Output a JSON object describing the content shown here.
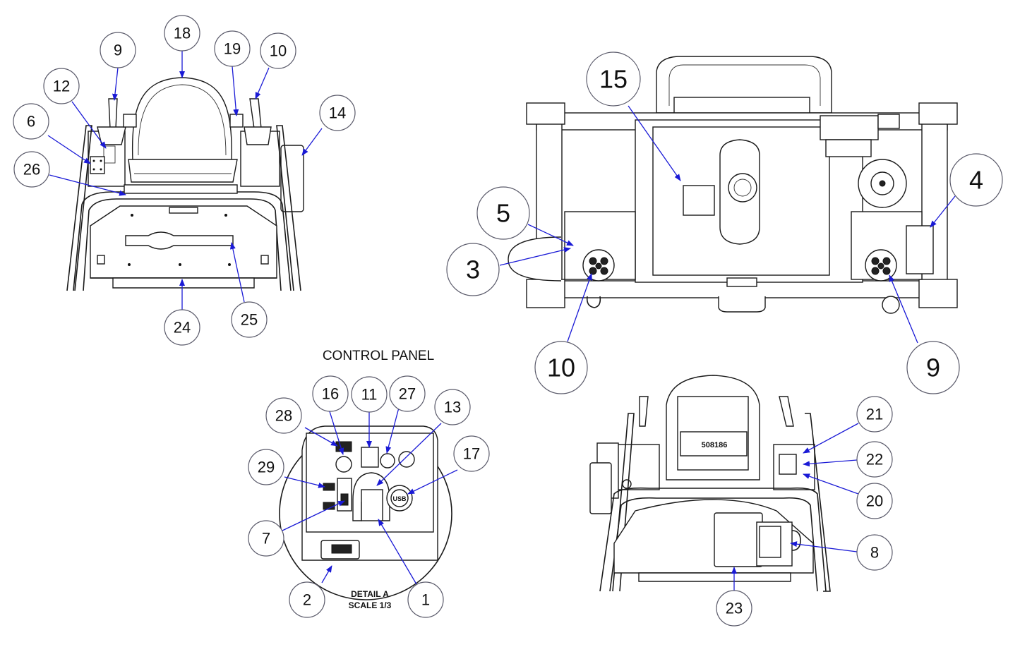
{
  "title": "CONTROL PANEL",
  "detail_label": "DETAIL  A",
  "scale_label": "SCALE 1/3",
  "seat_tag": "508186",
  "usb_label": "USB",
  "callouts": {
    "front": [
      "9",
      "18",
      "19",
      "10",
      "12",
      "14",
      "6",
      "26",
      "24",
      "25"
    ],
    "top": [
      "15",
      "4",
      "5",
      "3",
      "10",
      "9"
    ],
    "panel": [
      "28",
      "16",
      "11",
      "27",
      "13",
      "17",
      "29",
      "7",
      "2",
      "1"
    ],
    "rear": [
      "21",
      "22",
      "20",
      "8",
      "23"
    ]
  },
  "colors": {
    "leader": "#1a1ad6",
    "line": "#1a1a1a"
  }
}
